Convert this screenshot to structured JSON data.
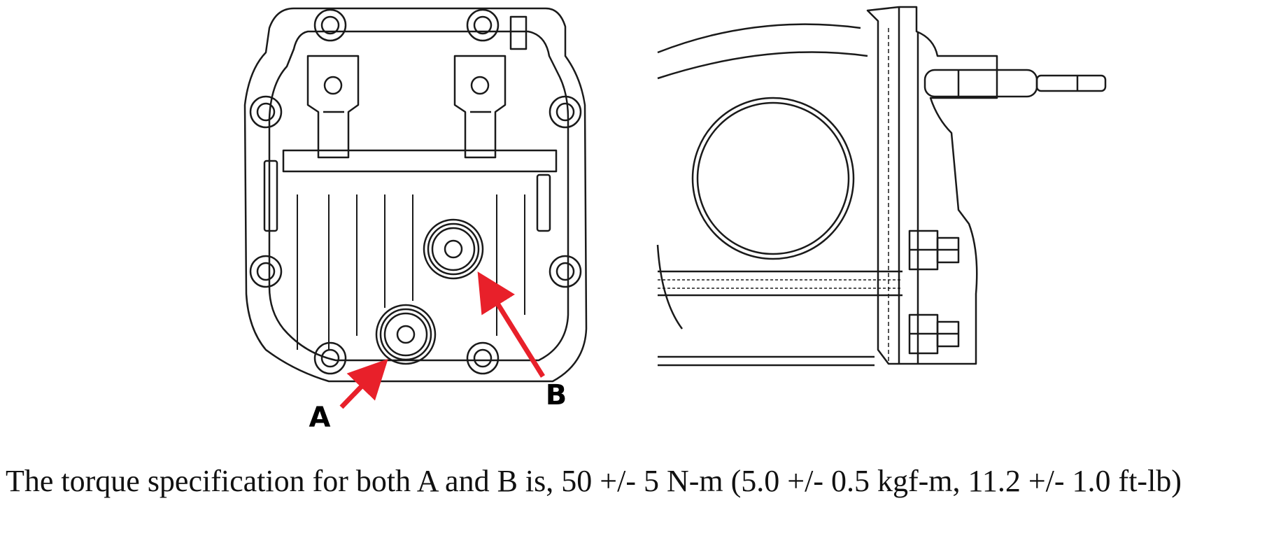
{
  "figure": {
    "callout_a": "A",
    "callout_b": "B",
    "arrow_color": "#e8202a",
    "line_color": "#1a1a1a"
  },
  "caption": {
    "text": "The torque specification for both A and B is, 50 +/- 5 N-m (5.0 +/- 0.5 kgf-m, 11.2 +/- 1.0 ft-lb)"
  }
}
